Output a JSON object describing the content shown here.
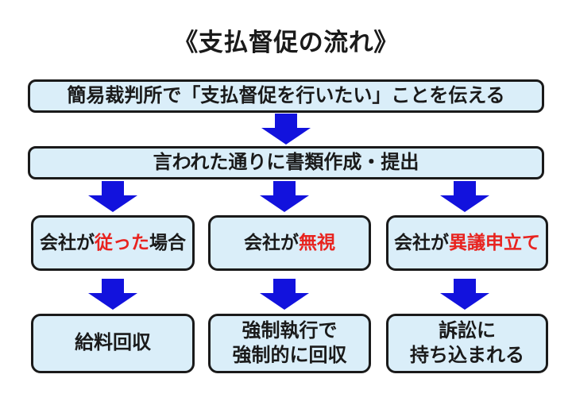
{
  "title": "《支払督促の流れ》",
  "colors": {
    "box_fill": "#daeef9",
    "box_border": "#1a1a1a",
    "arrow": "#1212dd",
    "text": "#1a1a1a",
    "accent_red": "#e8231f",
    "background": "#ffffff"
  },
  "flow": {
    "step1": "簡易裁判所で「支払督促を行いたい」ことを伝える",
    "step2": "言われた通りに書類作成・提出",
    "branches": [
      {
        "condition": {
          "prefix": "会社が",
          "highlight": "従った",
          "suffix": "場合"
        },
        "result": {
          "line1": "給料回収",
          "line2": ""
        }
      },
      {
        "condition": {
          "prefix": "会社が",
          "highlight": "無視",
          "suffix": ""
        },
        "result": {
          "line1": "強制執行で",
          "line2": "強制的に回収"
        }
      },
      {
        "condition": {
          "prefix": "会社が",
          "highlight": "異議申立て",
          "suffix": ""
        },
        "result": {
          "line1": "訴訟に",
          "line2": "持ち込まれる"
        }
      }
    ]
  }
}
